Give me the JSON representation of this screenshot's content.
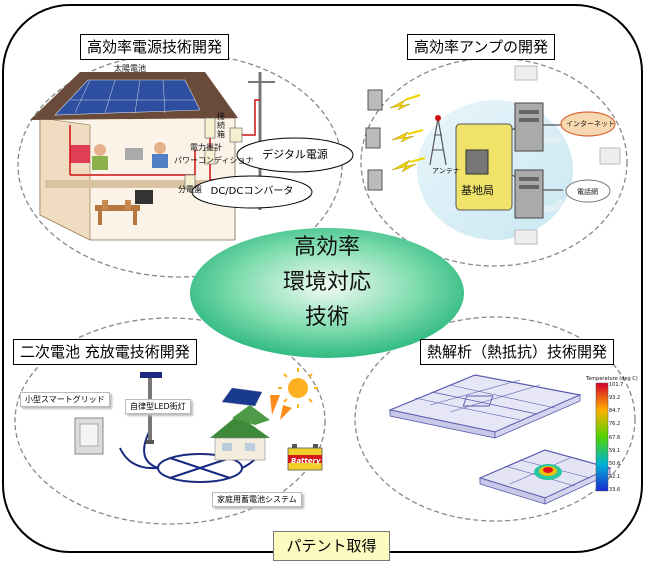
{
  "titles": {
    "power": "高効率電源技術開発",
    "amp": "高効率アンプの開発",
    "battery": "二次電池  充放電技術開発",
    "thermal": "熱解析（熱抵抗）技術開発"
  },
  "center": {
    "line1": "高効率",
    "line2": "環境対応",
    "line3": "技術"
  },
  "power_labels": {
    "solar": "太陽電池",
    "junction": "接続箱",
    "meter": "電力量計",
    "conditioner": "パワーコンディショナ",
    "distribution": "分電盤",
    "digital": "デジタル電源",
    "dcdc": "DC/DCコンバータ"
  },
  "amp_labels": {
    "internet": "インターネット",
    "antenna": "アンテナ",
    "base_station": "基地局",
    "phone_network": "電話網"
  },
  "battery_labels": {
    "smart_grid": "小型スマートグリッド",
    "led_light": "自律型LED街灯",
    "home_battery": "家庭用蓄電池システム",
    "battery_word": "Battery"
  },
  "thermal_labels": {
    "legend_title": "Temperature (deg C)",
    "ticks": [
      "101.7",
      "93.2",
      "84.7",
      "76.2",
      "67.6",
      "59.1",
      "50.6",
      "42.1",
      "33.6"
    ]
  },
  "patent": "パテント取得",
  "colors": {
    "center_fill": "#2fc08a",
    "patent_fill": "#fdfbbf",
    "dashed": "#888888"
  }
}
